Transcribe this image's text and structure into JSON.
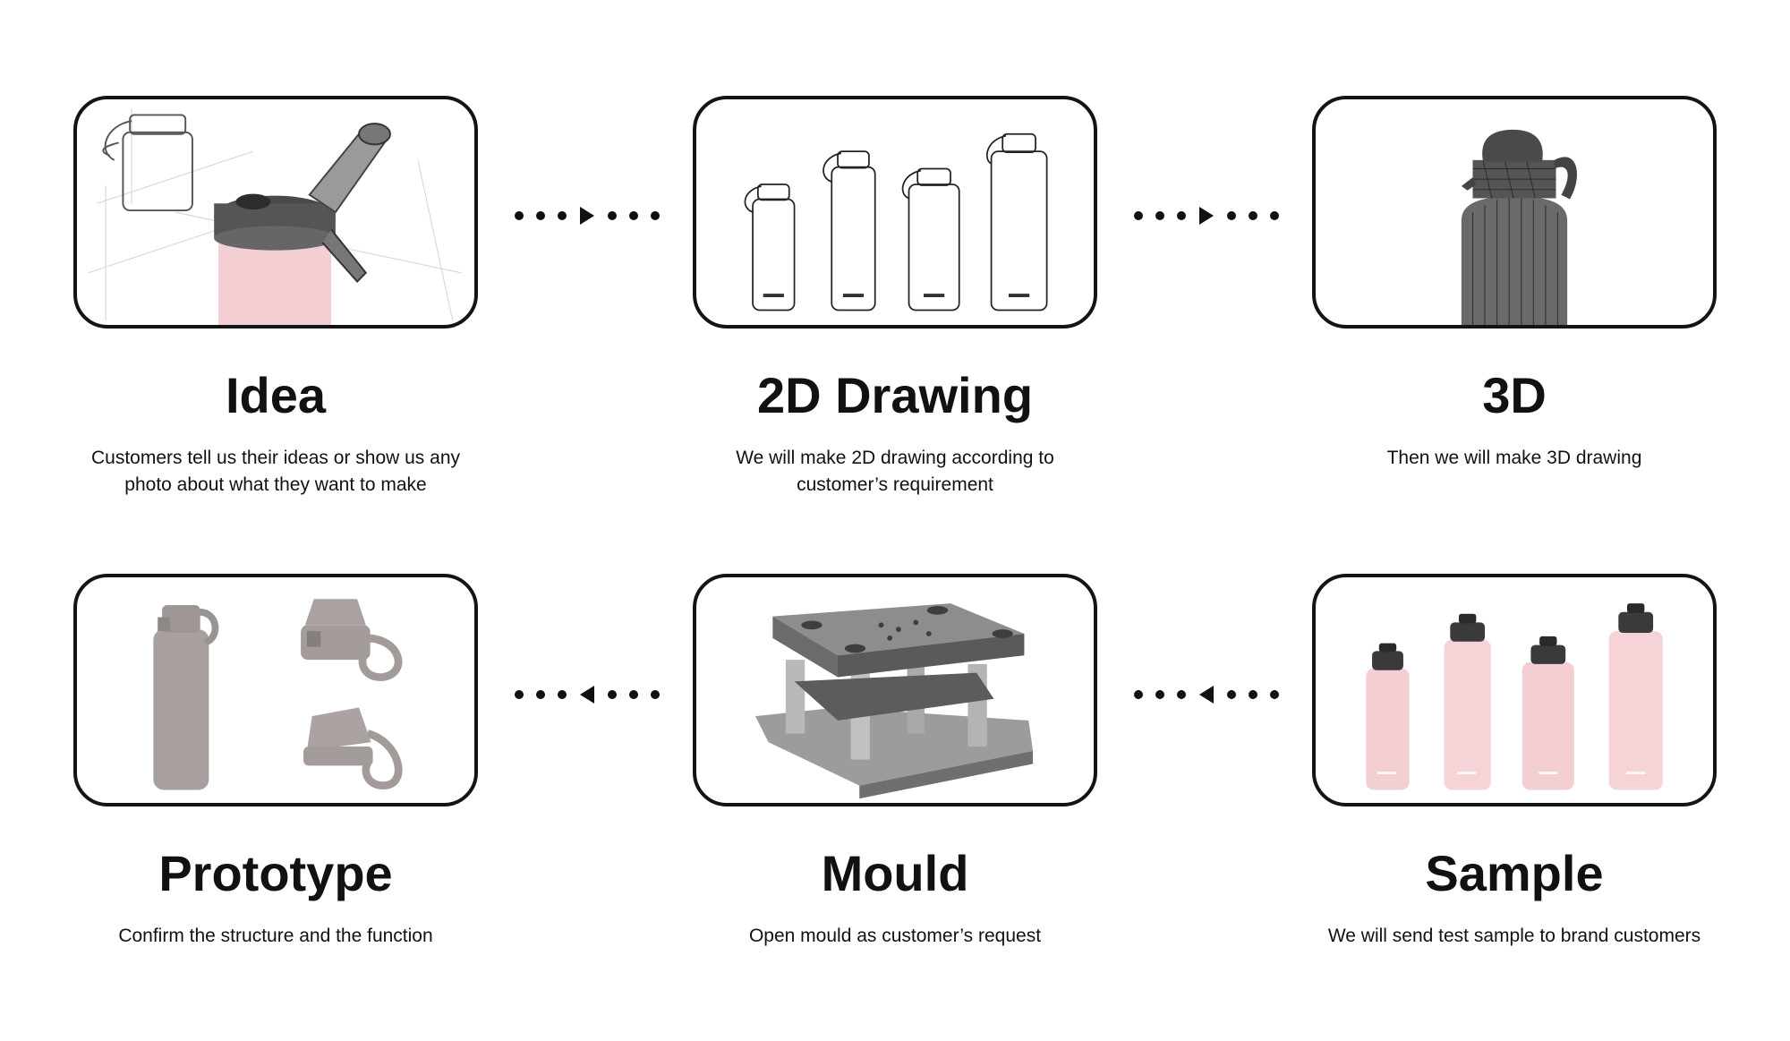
{
  "steps": [
    {
      "id": "idea",
      "title": "Idea",
      "description_line1": "Customers tell us their ideas or show us any",
      "description_line2": "photo about what they want to make",
      "icon": "sketch-bottle-icon"
    },
    {
      "id": "drawing",
      "title": "2D Drawing",
      "description_line1": "We will make 2D drawing according to",
      "description_line2": "customer’s requirement",
      "icon": "outline-bottles-icon"
    },
    {
      "id": "three_d",
      "title": "3D",
      "description_line1": "Then we will make 3D drawing",
      "description_line2": "",
      "icon": "wireframe-bottle-icon"
    },
    {
      "id": "prototype",
      "title": "Prototype",
      "description_line1": "Confirm the structure and the function",
      "description_line2": "",
      "icon": "grey-prototype-icon"
    },
    {
      "id": "mould",
      "title": "Mould",
      "description_line1": "Open mould as customer’s request",
      "description_line2": "",
      "icon": "steel-mould-icon"
    },
    {
      "id": "sample",
      "title": "Sample",
      "description_line1": "We will send test sample to brand customers",
      "description_line2": "",
      "icon": "pink-bottles-icon"
    }
  ],
  "colors": {
    "border": "#141414",
    "text": "#111111",
    "pink": "#f3cfd3",
    "prototype_grey": "#a7a09e",
    "steel": "#7e7e80"
  }
}
